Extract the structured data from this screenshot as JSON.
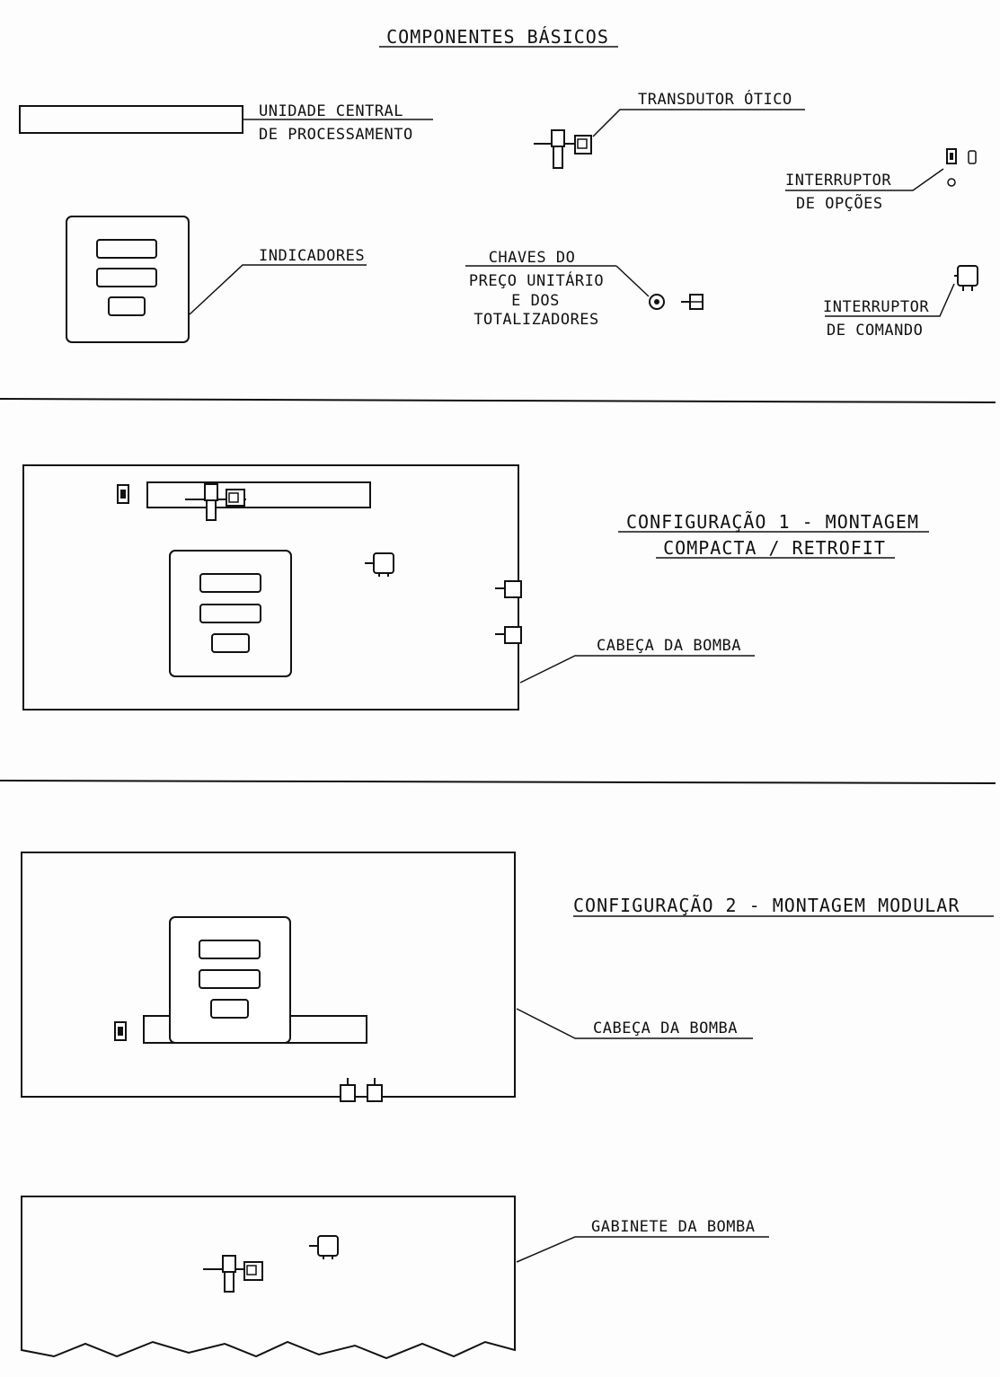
{
  "title": "COMPONENTES BÁSICOS",
  "components": {
    "cpu": [
      "UNIDADE CENTRAL",
      "DE PROCESSAMENTO"
    ],
    "optical": "TRANSDUTOR ÓTICO",
    "options_switch": [
      "INTERRUPTOR",
      "DE OPÇÕES"
    ],
    "indicators": "INDICADORES",
    "keys": [
      "CHAVES DO",
      "PREÇO UNITÁRIO",
      "E DOS",
      "TOTALIZADORES"
    ],
    "command_switch": [
      "INTERRUPTOR",
      "DE COMANDO"
    ]
  },
  "config1": {
    "title": [
      "CONFIGURAÇÃO 1 - MONTAGEM",
      "COMPACTA / RETROFIT"
    ],
    "head_label": "CABEÇA DA BOMBA"
  },
  "config2": {
    "title": "CONFIGURAÇÃO 2 - MONTAGEM MODULAR",
    "head_label": "CABEÇA DA BOMBA",
    "cabinet_label": "GABINETE DA BOMBA"
  }
}
